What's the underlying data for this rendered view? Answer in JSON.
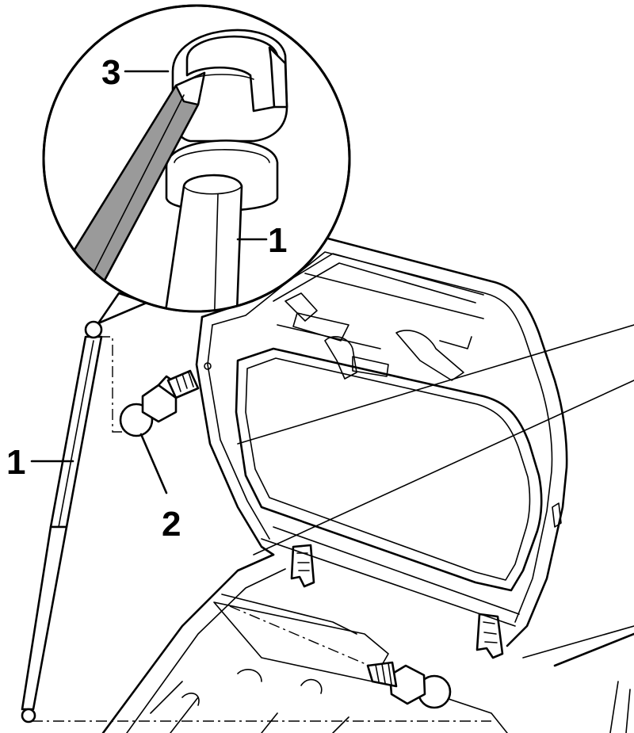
{
  "callouts": [
    {
      "id": "callout-3",
      "text": "3"
    },
    {
      "id": "callout-1-detail",
      "text": "1"
    },
    {
      "id": "callout-1-strut",
      "text": "1"
    },
    {
      "id": "callout-2",
      "text": "2"
    }
  ],
  "colors": {
    "line": "#000000",
    "background": "#ffffff",
    "tool_fill": "#9a9a9a"
  }
}
